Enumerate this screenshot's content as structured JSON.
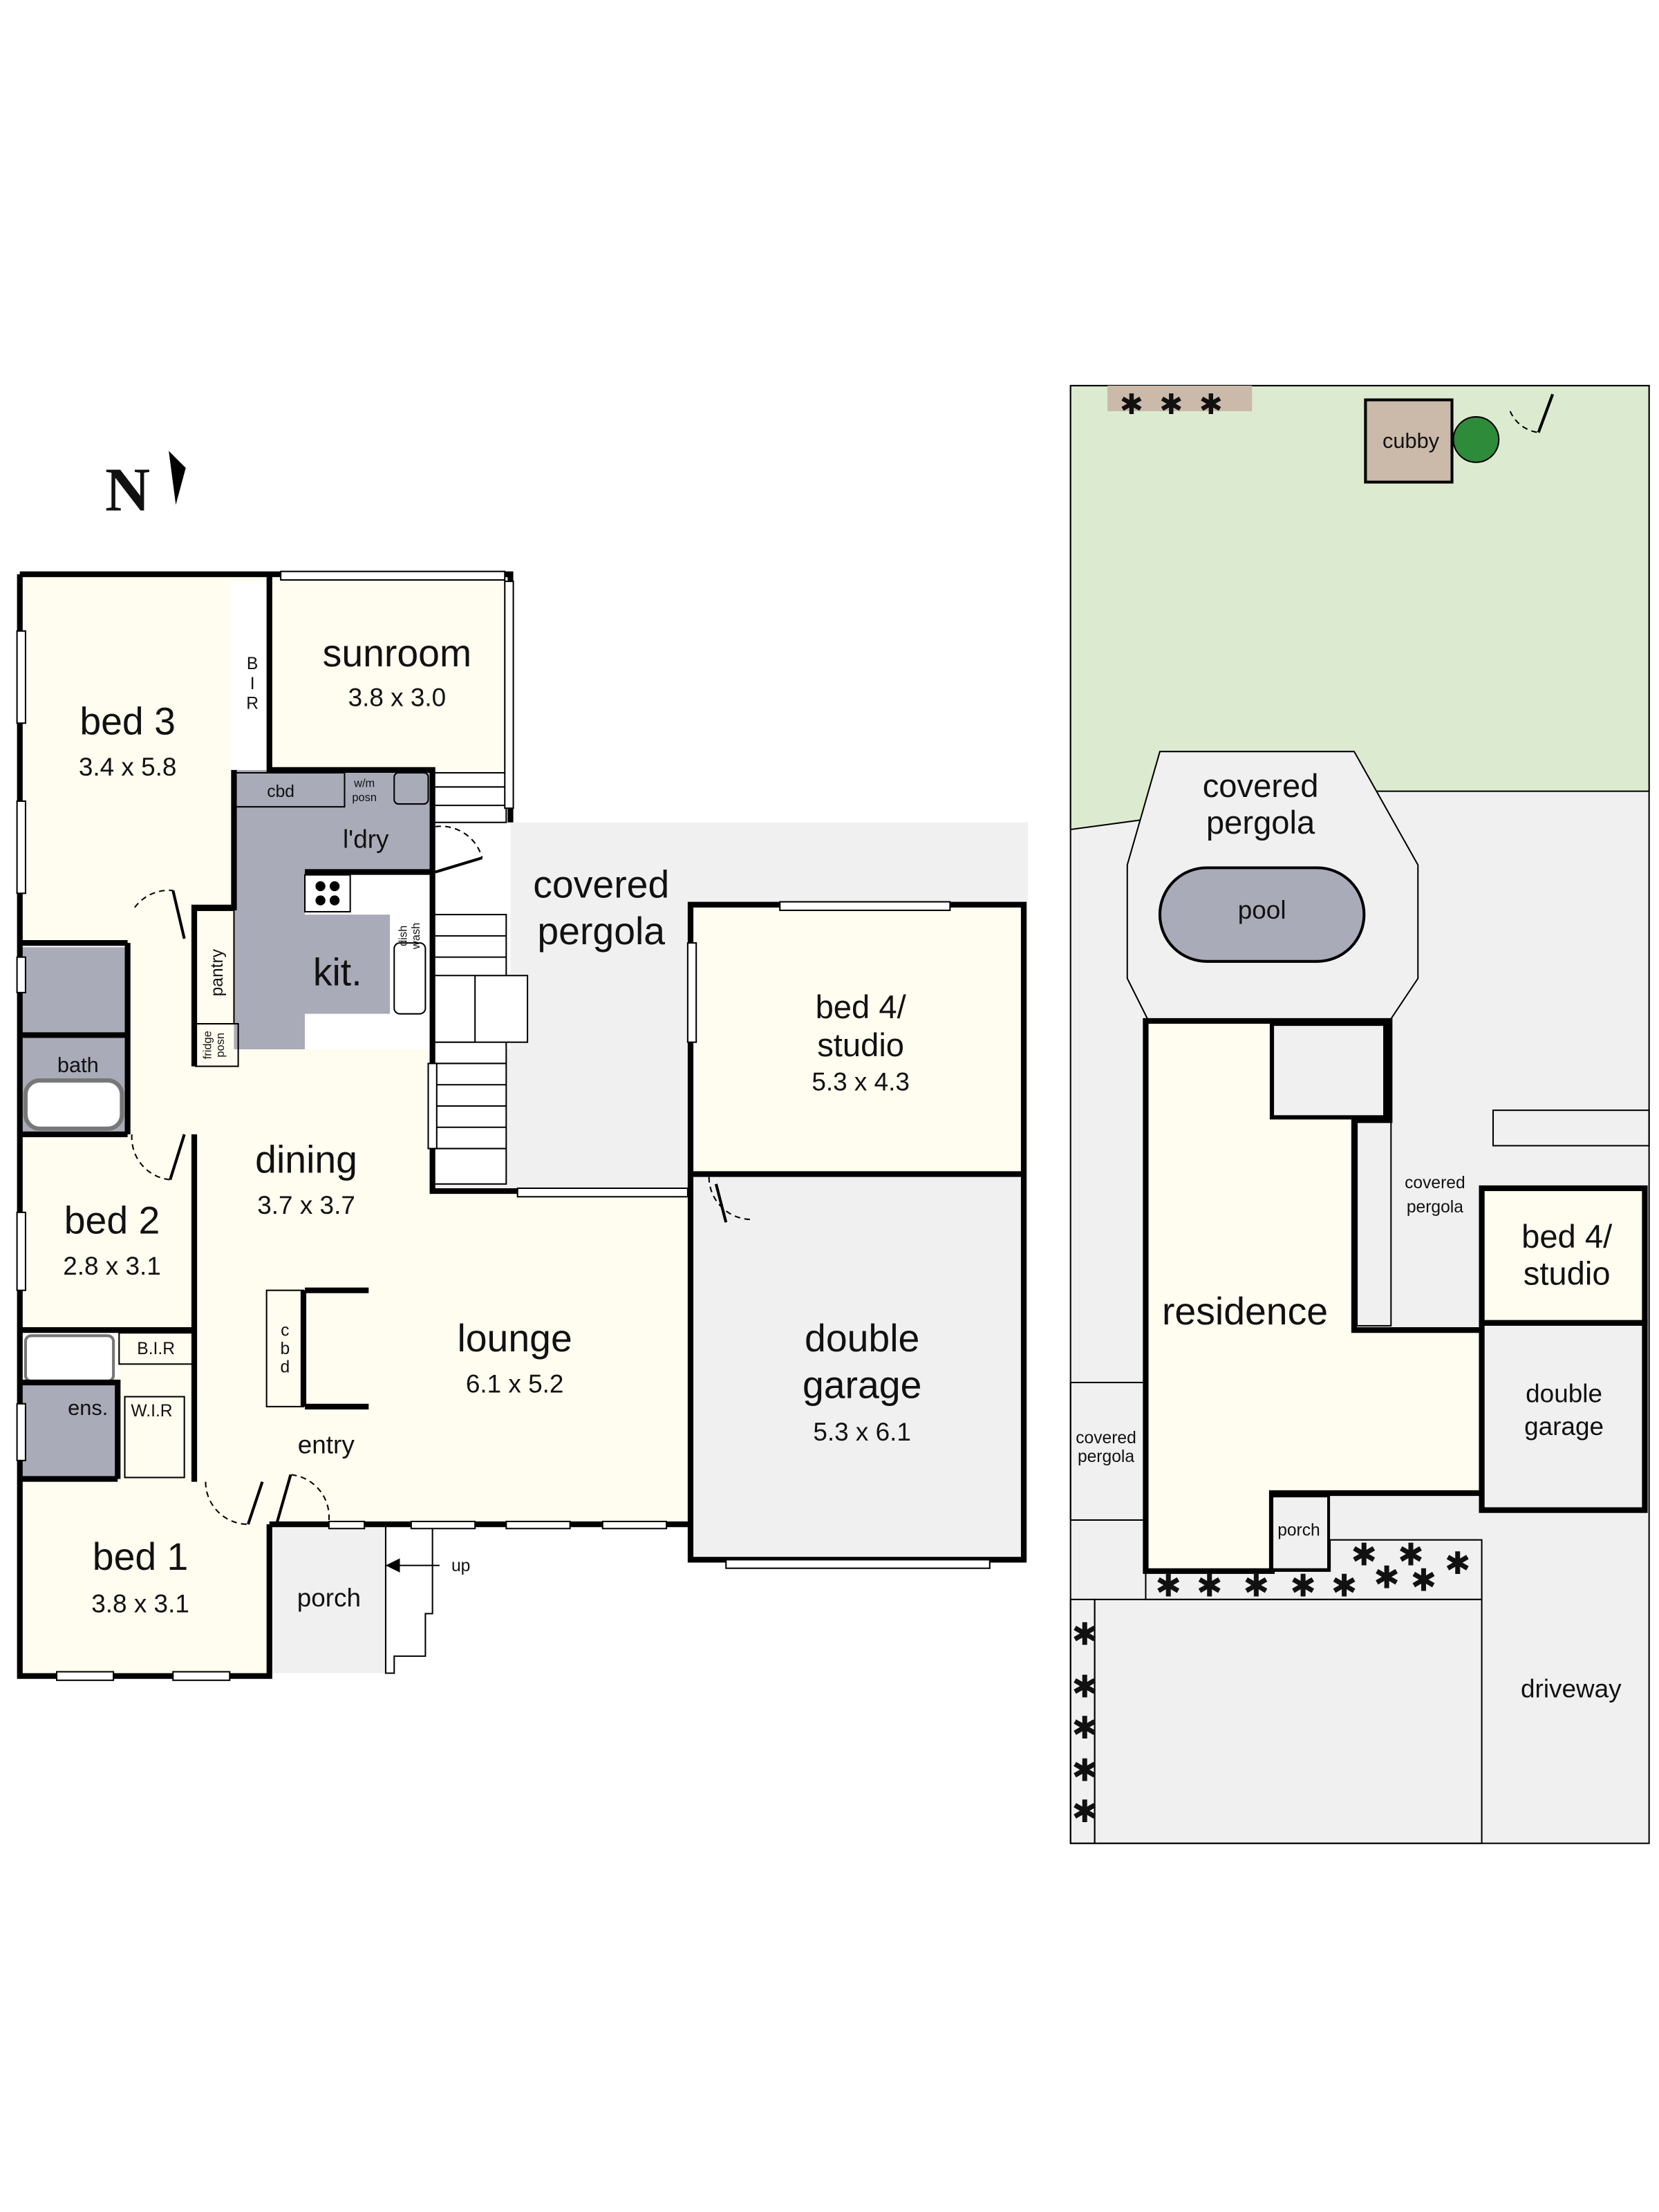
{
  "compass": {
    "label": "N"
  },
  "colors": {
    "room": "#fffcf0",
    "wet_area": "#a9abb8",
    "outdoor": "#f0f0f0",
    "lawn": "#dcebd0",
    "garden_bed": "#cbb9a9"
  },
  "floor_plan": {
    "rooms": {
      "bed3": {
        "name": "bed 3",
        "size": "3.4 x 5.8"
      },
      "sunroom": {
        "name": "sunroom",
        "size": "3.8 x 3.0"
      },
      "bir_bed3": {
        "name": "B\nI\nR",
        "l1": "B",
        "l2": "I",
        "l3": "R"
      },
      "cbd_laundry": {
        "name": "cbd"
      },
      "wm": {
        "l1": "w/m",
        "l2": "posn"
      },
      "laundry": {
        "name": "l'dry"
      },
      "kitchen": {
        "name": "kit."
      },
      "dishwasher": {
        "l1": "dish",
        "l2": "wash"
      },
      "pantry": {
        "name": "pantry"
      },
      "fridge": {
        "l1": "fridge",
        "l2": "posn"
      },
      "bath": {
        "name": "bath"
      },
      "covered_pergola": {
        "l1": "covered",
        "l2": "pergola"
      },
      "bed4": {
        "l1": "bed 4/",
        "l2": "studio",
        "size": "5.3 x 4.3"
      },
      "dining": {
        "name": "dining",
        "size": "3.7 x 3.7"
      },
      "bed2": {
        "name": "bed 2",
        "size": "2.8 x 3.1"
      },
      "lounge": {
        "name": "lounge",
        "size": "6.1 x 5.2"
      },
      "cbd_hall": {
        "l1": "c",
        "l2": "b",
        "l3": "d"
      },
      "garage": {
        "l1": "double",
        "l2": "garage",
        "size": "5.3 x 6.1"
      },
      "bir_bed2": {
        "name": "B.I.R"
      },
      "ensuite": {
        "name": "ens."
      },
      "wir": {
        "name": "W.I.R"
      },
      "entry": {
        "name": "entry"
      },
      "bed1": {
        "name": "bed 1",
        "size": "3.8 x 3.1"
      },
      "porch": {
        "name": "porch"
      },
      "steps": {
        "label": "up"
      }
    }
  },
  "site_plan": {
    "cubby": "cubby",
    "pergola_pool": {
      "l1": "covered",
      "l2": "pergola"
    },
    "pool": "pool",
    "pergola_side": {
      "l1": "covered",
      "l2": "pergola"
    },
    "bed4": {
      "l1": "bed 4/",
      "l2": "studio"
    },
    "residence": "residence",
    "pergola_left": {
      "l1": "covered",
      "l2": "pergola"
    },
    "garage": {
      "l1": "double",
      "l2": "garage"
    },
    "porch": "porch",
    "driveway": "driveway"
  }
}
